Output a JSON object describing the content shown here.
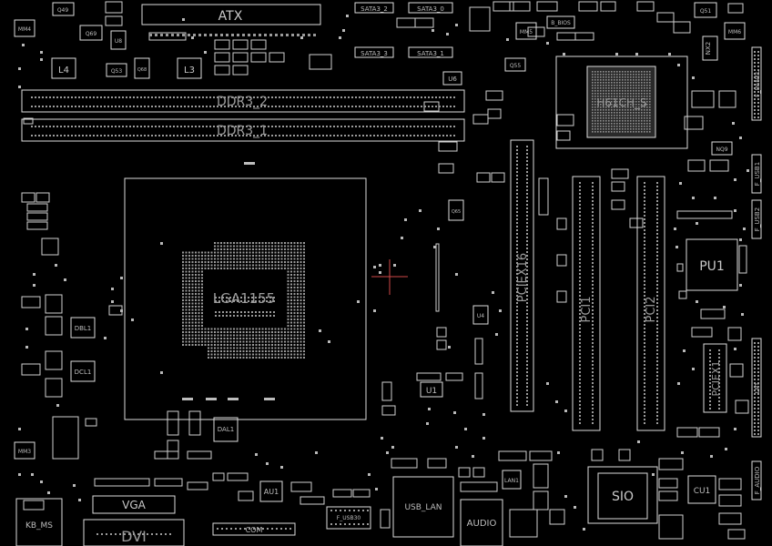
{
  "board": {
    "connectors": {
      "atx": "ATX",
      "sata_2": "SATA3_2",
      "sata_0": "SATA3_0",
      "sata_3": "SATA3_3",
      "sata_1": "SATA3_1",
      "ddr3_2": "DDR3_2",
      "ddr3_1": "DDR3_1",
      "pciex16": "PCIEX16",
      "pci1": "PCI1",
      "pci2": "PCI2",
      "pciex1": "PCIEX1",
      "vga": "VGA",
      "dvi": "DVI",
      "com": "COM",
      "kb_ms": "KB_MS",
      "usb_lan": "USB_LAN",
      "audio": "AUDIO",
      "f_panel": "F_PANEL",
      "f_usb1": "F_USB1",
      "f_usb2": "F_USB2",
      "lpt": "LPT",
      "f_audio": "F_AUDIO",
      "f_usb30": "F_USB30",
      "b_bios": "B_BIOS"
    },
    "chips": {
      "cpu_socket": "LGA1155",
      "pch": "H61CH_S",
      "sio": "SIO",
      "pu1": "PU1",
      "cu1": "CU1",
      "u1": "U1",
      "au1": "AU1",
      "lan1": "LAN1",
      "dbl1": "DBL1",
      "dcl1": "DCL1",
      "dal1": "DAL1"
    },
    "parts": {
      "l3": "L3",
      "l4": "L4",
      "q49": "Q49",
      "q69": "Q69",
      "q51": "Q51",
      "q53": "Q53",
      "q55": "Q55",
      "q65": "Q65",
      "q68": "Q68",
      "u6": "U6",
      "u8": "U8",
      "u4": "U4",
      "mm4": "MM4",
      "mm5": "MM5",
      "mm6": "MM6",
      "mm3": "MM3",
      "nx2": "NX2",
      "nq9": "NQ9"
    }
  }
}
